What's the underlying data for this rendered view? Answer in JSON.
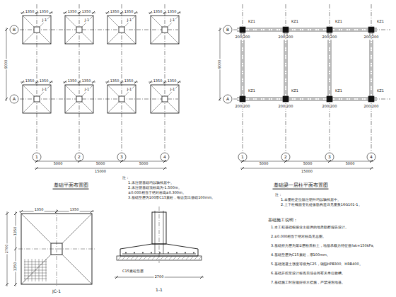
{
  "diagram": {
    "labels": [
      "B",
      "A",
      "9000",
      "1350",
      "1350",
      "1350",
      "1350",
      "1350",
      "1350",
      "1350",
      "1350",
      "1350",
      "1350",
      "1350",
      "1350",
      "1350",
      "1350",
      "1350",
      "1350",
      "J-1",
      "J-1",
      "J-1",
      "J-1",
      "J-1",
      "J-1",
      "J-1",
      "J-1",
      "1",
      "2",
      "3",
      "4",
      "5000",
      "5000",
      "5000",
      "15000",
      "基础平面布置图",
      "注：",
      "1.未注明基础均以轴线居中。",
      "2.未注明基础顶标高为-1.500m。",
      "±0.000相当于绝对标高±0.300m。",
      "3.基础垫层为100厚C15素砼，每边宽出基础100mm。",
      "B",
      "A",
      "9000",
      "KZ1",
      "KZ1",
      "KZ1",
      "KZ1",
      "KZ1",
      "KZ1",
      "KZ1",
      "KZ1",
      "200|200",
      "200|200",
      "200|200",
      "200|200",
      "200|200",
      "200|200",
      "200|200",
      "200|200",
      "1",
      "2",
      "3",
      "4",
      "5000",
      "5000",
      "5000",
      "15000",
      "基础梁一层柱平面布置图",
      "注：",
      "1.本图柱定位除注明外均以轴线居中。",
      "2.上下柱截面变化处纵筋构造详见图集16G101-1。",
      "基础施工说明：",
      "1.本工程基础根据业主提供的地质勘察报告设计。",
      "2.±0.000相当于绝对标高见总图。",
      "3.基础持力层为第②层粉质粘土，地基承载力特征值fak=150kPa。",
      "4.基础垫层为C15素砼，厚100mm。",
      "5.基础混凝土强度等级为C25，钢筋HPB300、HRB400。",
      "6.基础开挖至设计标高后须会同有关单位验槽。",
      "7.基础施工时应做好排水措施，严禁浸泡地基。",
      "1350",
      "1350",
      "1350",
      "1350",
      "2700",
      "JC-1",
      "C15素砼垫层",
      "1-1",
      "2700"
    ]
  }
}
